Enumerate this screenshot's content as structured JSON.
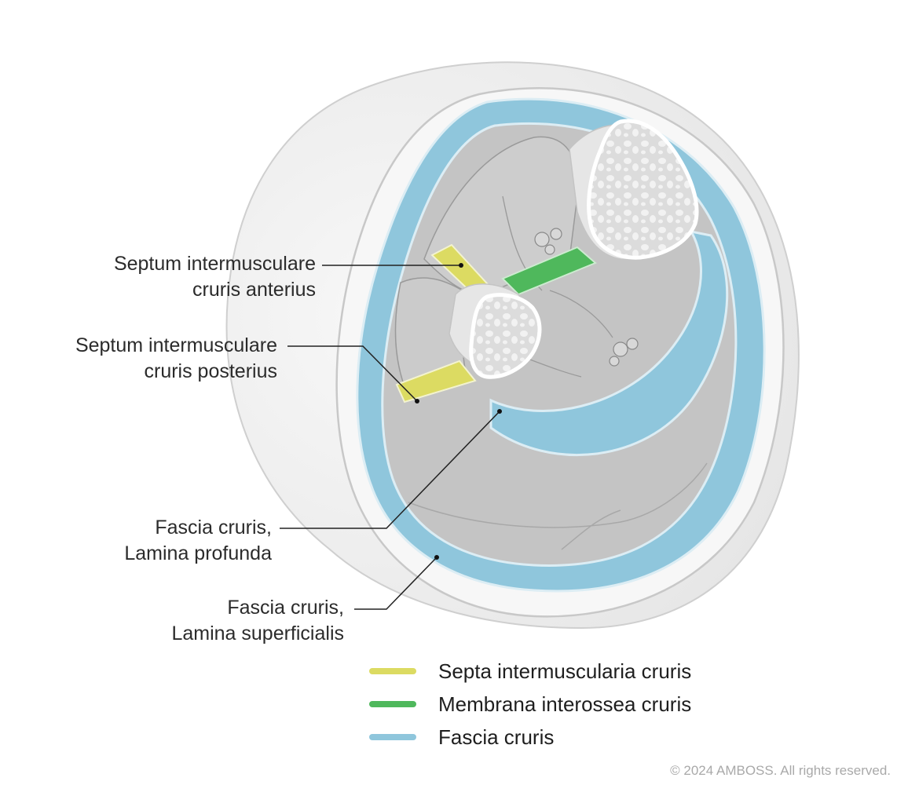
{
  "labels": {
    "septum_anterius": {
      "line1": "Septum intermusculare",
      "line2": "cruris anterius"
    },
    "septum_posterius": {
      "line1": "Septum intermusculare",
      "line2": "cruris posterius"
    },
    "lamina_profunda": {
      "line1": "Fascia cruris,",
      "line2": "Lamina profunda"
    },
    "lamina_superficialis": {
      "line1": "Fascia cruris,",
      "line2": "Lamina superficialis"
    }
  },
  "legend": [
    {
      "label": "Septa intermuscularia cruris",
      "color": "#dcdb62"
    },
    {
      "label": "Membrana interossea cruris",
      "color": "#4fb85c"
    },
    {
      "label": "Fascia cruris",
      "color": "#8fc6dc"
    }
  ],
  "colors": {
    "skin": "#f2f2f2",
    "muscle": "#c4c4c4",
    "fascia": "#8fc6dc",
    "septum": "#dcdb62",
    "membrane": "#4fb85c",
    "bone": "#e9e9e9"
  },
  "copyright": "© 2024 AMBOSS. All rights reserved."
}
